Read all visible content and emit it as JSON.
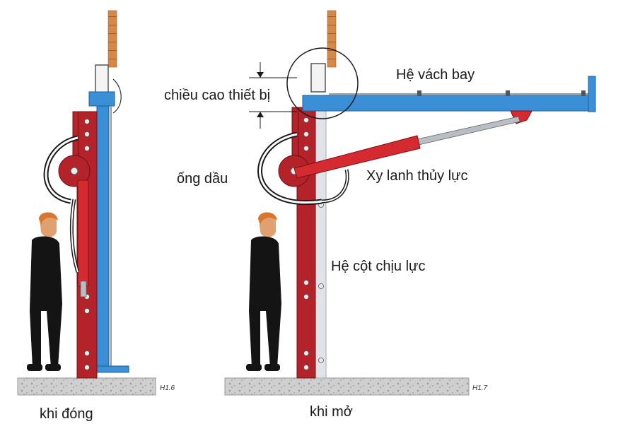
{
  "labels": {
    "closed_state": "khi đóng",
    "open_state": "khi mở",
    "device_height": "chiều cao thiết bị",
    "oil_pipe": "ống dầu",
    "flying_wall": "Hệ vách bay",
    "hydraulic_cylinder": "Xy lanh thủy lực",
    "column_system": "Hệ cột chịu lực"
  },
  "figures": {
    "left": "H1.6",
    "right": "H1.7"
  },
  "colors": {
    "column_red": "#b5232a",
    "cylinder_red": "#d42a30",
    "beam_blue": "#3b8fd6",
    "brick": "#d4894a",
    "concrete": "#c9c9c9",
    "suit": "#141414",
    "skin": "#e0a070",
    "hair": "#d9762b",
    "rod_gray": "#b8bec4"
  }
}
